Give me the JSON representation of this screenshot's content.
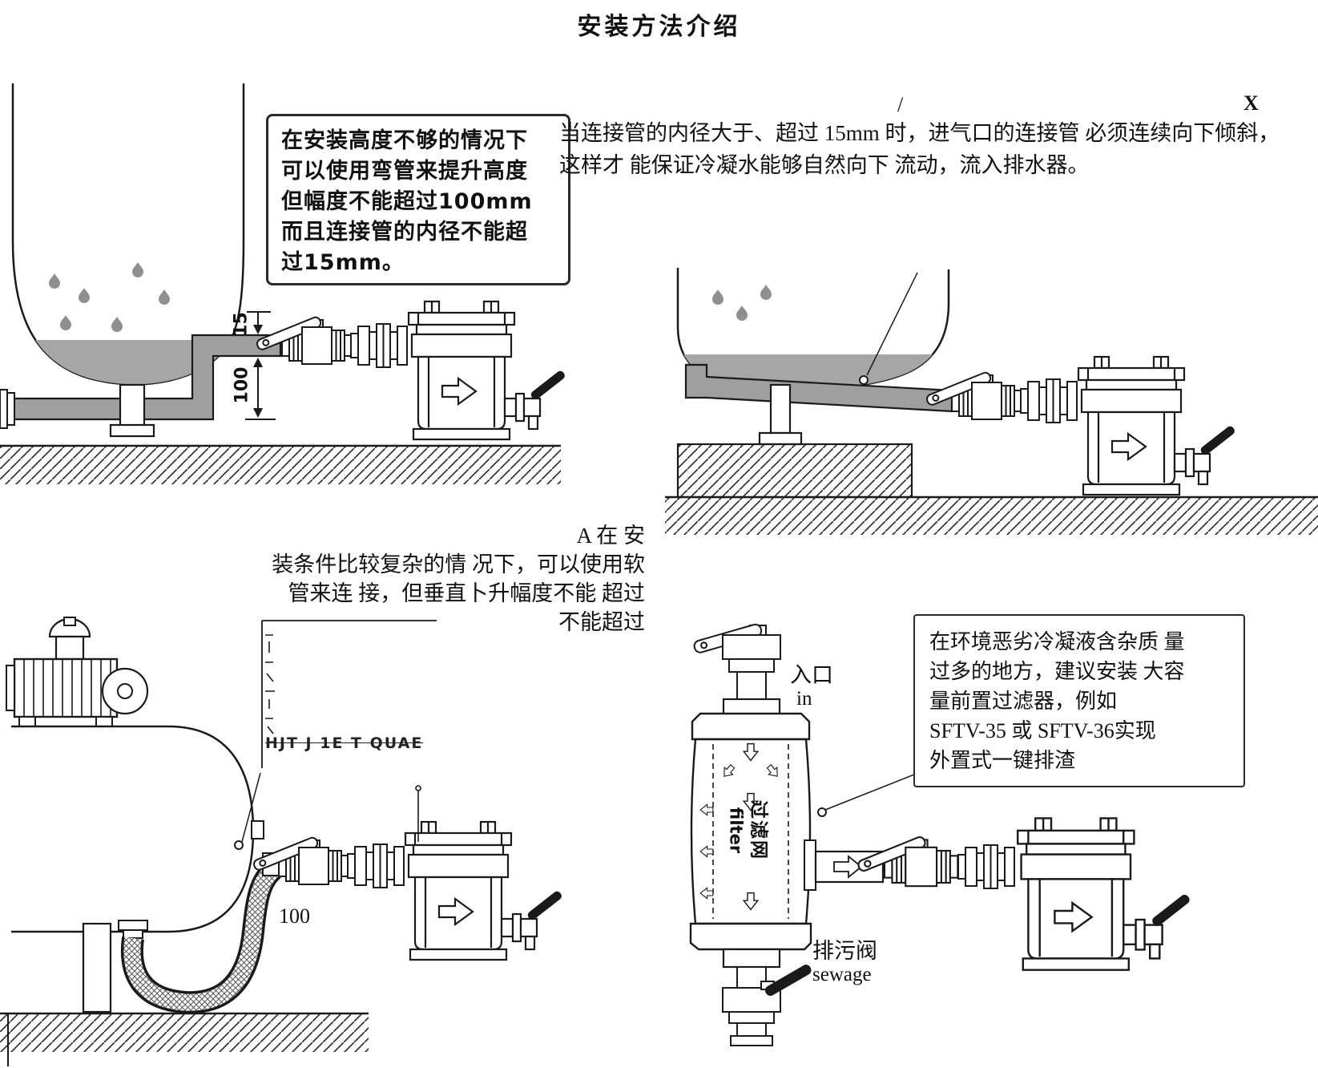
{
  "page": {
    "title": "安装方法介绍"
  },
  "top_left": {
    "callout_lines": [
      "在安装高度不够的情况下",
      "可以使用弯管来提升高度",
      "但幅度不能超过100mm",
      "而且连接管的内径不能超",
      "过15mm。"
    ],
    "dim_pipe_bore": "15",
    "dim_rise_limit": "100"
  },
  "top_right": {
    "corner_mark": "X",
    "slash_mark": "/",
    "paragraph_lines": [
      "当连接管的内径大于、超过 15mm 时，进气口的连接管 必须连续向下倾斜，",
      "这样才 能保证冷凝水能够自然向下 流动，流入排水器。"
    ]
  },
  "middle_note": {
    "lines": [
      "A 在 安",
      "装条件比较复杂的情 况下，可以使用软",
      "管来连 接，但垂直卜升幅度不能 超过",
      "不能超过"
    ]
  },
  "bottom_left": {
    "dim_rise": "100",
    "garbled_text": "HJT J 1E T QUAE"
  },
  "bottom_right": {
    "inlet_label_cn": "入口",
    "inlet_label_en": "in",
    "filter_label_cn": "过滤网",
    "filter_label_en": "filter",
    "sewage_label_cn": "排污阀",
    "sewage_label_en": "sewage",
    "callout_lines": [
      "在环境恶劣冷凝液含杂质 量",
      "过多的地方，建议安装 大容",
      "量前置过滤器，例如",
      "SFTV-35 或 SFTV-36实现",
      "外置式一键排渣"
    ]
  },
  "colors": {
    "ink": "#1a1a1a",
    "pipe_gray": "#9f9f9f",
    "drop_gray": "#8f8f8f"
  }
}
